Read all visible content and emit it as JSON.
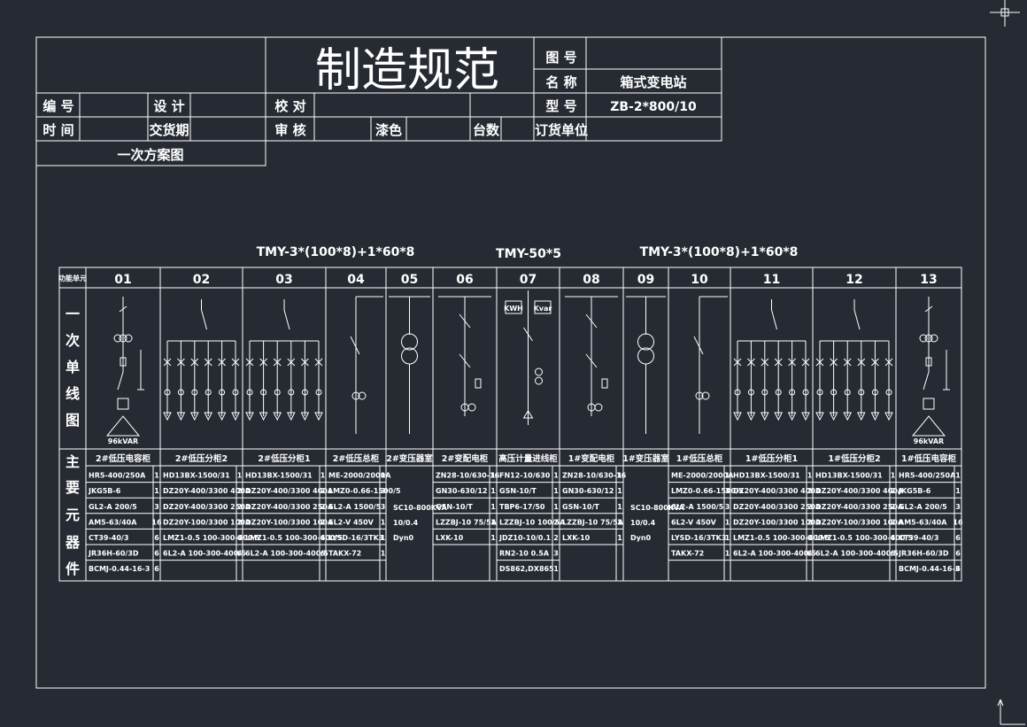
{
  "colors": {
    "background": "#262b33",
    "line": "#ffffff"
  },
  "title_block": {
    "main_title": "制造规范",
    "drawing_no_label": "图 号",
    "drawing_no_value": "",
    "name_label": "名 称",
    "name_value": "箱式变电站",
    "model_label": "型 号",
    "model_value": "ZB-2*800/10",
    "order_unit_label": "订货单位",
    "order_unit_value": "",
    "serial_label": "编 号",
    "design_label": "设 计",
    "check_label": "校 对",
    "time_label": "时 间",
    "delivery_label": "交货期",
    "review_label": "审 核",
    "paint_label": "漆色",
    "qty_label": "台数",
    "scheme_label": "一次方案图"
  },
  "busbars": [
    {
      "label": "TMY-3*(100*8)+1*60*8"
    },
    {
      "label": "TMY-50*5"
    },
    {
      "label": "TMY-3*(100*8)+1*60*8"
    }
  ],
  "diagram": {
    "func_unit_label": "功能单元",
    "single_line_label": [
      "一",
      "次",
      "单",
      "线",
      "图"
    ],
    "components_label": [
      "主",
      "要",
      "元",
      "器",
      "件"
    ],
    "meter_label_kwh": "KWH",
    "meter_label_kvar": "Kvar"
  },
  "units": [
    {
      "num": "01",
      "name": "2#低压电容柜",
      "cap_note": "96kVAR",
      "parts": [
        [
          "HR5-400/250A",
          "1"
        ],
        [
          "JKG5B-6",
          "1"
        ],
        [
          "GL2-A 200/5",
          "3"
        ],
        [
          "AM5-63/40A",
          "16"
        ],
        [
          "CT39-40/3",
          "6"
        ],
        [
          "JR36H-60/3D",
          "6"
        ],
        [
          "BCMJ-0.44-16-3",
          "6"
        ]
      ]
    },
    {
      "num": "02",
      "name": "2#低压分柜2",
      "parts": [
        [
          "HD13BX-1500/31",
          "1"
        ],
        [
          "DZ20Y-400/3300 400A",
          "2"
        ],
        [
          "DZ20Y-400/3300 250A",
          "2"
        ],
        [
          "DZ20Y-100/3300 100A",
          "2"
        ],
        [
          "LMZ1-0.5 100-300-400/5",
          "6"
        ],
        [
          "6L2-A 100-300-400/5",
          "6"
        ]
      ]
    },
    {
      "num": "03",
      "name": "2#低压分柜1",
      "parts": [
        [
          "HD13BX-1500/31",
          "1"
        ],
        [
          "DZ20Y-400/3300 400A",
          "2"
        ],
        [
          "DZ20Y-400/3300 250A",
          "2"
        ],
        [
          "DZ20Y-100/3300 100A",
          "2"
        ],
        [
          "LMZ1-0.5 100-300-400/5",
          "6"
        ],
        [
          "6L2-A 100-300-400/5",
          "6"
        ]
      ]
    },
    {
      "num": "04",
      "name": "2#低压总柜",
      "parts": [
        [
          "ME-2000/2000A",
          "1"
        ],
        [
          "LMZ0-0.66-1500/5",
          "3"
        ],
        [
          "6L2-A 1500/5",
          "3"
        ],
        [
          "6L2-V 450V",
          "1"
        ],
        [
          "LYSD-16/3TK3",
          "1"
        ],
        [
          "TAKX-72",
          "1"
        ]
      ]
    },
    {
      "num": "05",
      "name": "2#变压器室",
      "transformer": [
        "SC10-800KVA",
        "10/0.4",
        "Dyn0"
      ]
    },
    {
      "num": "06",
      "name": "2#变配电柜",
      "parts": [
        [
          "ZN28-10/630-16",
          "1"
        ],
        [
          "GN30-630/12",
          "1"
        ],
        [
          "GSN-10/T",
          "1"
        ],
        [
          "LZZBJ-10 75/5A",
          "2"
        ],
        [
          "LXK-10",
          "1"
        ]
      ]
    },
    {
      "num": "07",
      "name": "高压计量进线柜",
      "parts": [
        [
          "FN12-10/630",
          "1"
        ],
        [
          "GSN-10/T",
          "1"
        ],
        [
          "TBP6-17/50",
          "1"
        ],
        [
          "LZZBJ-10 100/5A",
          "2"
        ],
        [
          "JDZ10-10/0.1",
          "2"
        ],
        [
          "RN2-10 0.5A",
          "3"
        ],
        [
          "DS862,DX865",
          "1"
        ]
      ]
    },
    {
      "num": "08",
      "name": "1#变配电柜",
      "parts": [
        [
          "ZN28-10/630-16",
          "1"
        ],
        [
          "GN30-630/12",
          "1"
        ],
        [
          "GSN-10/T",
          "1"
        ],
        [
          "LZZBJ-10 75/5A",
          "2"
        ],
        [
          "LXK-10",
          "1"
        ]
      ]
    },
    {
      "num": "09",
      "name": "1#变压器室",
      "transformer": [
        "SC10-800KVA",
        "10/0.4",
        "Dyn0"
      ]
    },
    {
      "num": "10",
      "name": "1#低压总柜",
      "parts": [
        [
          "ME-2000/2000A",
          "1"
        ],
        [
          "LMZ0-0.66-1500/5",
          "3"
        ],
        [
          "6L2-A 1500/5",
          "3"
        ],
        [
          "6L2-V 450V",
          "1"
        ],
        [
          "LYSD-16/3TK3",
          "1"
        ],
        [
          "TAKX-72",
          "1"
        ]
      ]
    },
    {
      "num": "11",
      "name": "1#低压分柜1",
      "parts": [
        [
          "HD13BX-1500/31",
          "1"
        ],
        [
          "DZ20Y-400/3300 400A",
          "2"
        ],
        [
          "DZ20Y-400/3300 250A",
          "2"
        ],
        [
          "DZ20Y-100/3300 100A",
          "2"
        ],
        [
          "LMZ1-0.5 100-300-400/5",
          "6"
        ],
        [
          "6L2-A 100-300-400/5",
          "6"
        ]
      ]
    },
    {
      "num": "12",
      "name": "1#低压分柜2",
      "parts": [
        [
          "HD13BX-1500/31",
          "1"
        ],
        [
          "DZ20Y-400/3300 400A",
          "2"
        ],
        [
          "DZ20Y-400/3300 250A",
          "2"
        ],
        [
          "DZ20Y-100/3300 100A",
          "2"
        ],
        [
          "LMZ1-0.5 100-300-400/5",
          "6"
        ],
        [
          "6L2-A 100-300-400/5",
          "6"
        ]
      ]
    },
    {
      "num": "13",
      "name": "1#低压电容柜",
      "cap_note": "96kVAR",
      "parts": [
        [
          "HR5-400/250A",
          "1"
        ],
        [
          "JKG5B-6",
          "1"
        ],
        [
          "GL2-A 200/5",
          "3"
        ],
        [
          "AM5-63/40A",
          "16"
        ],
        [
          "CT39-40/3",
          "6"
        ],
        [
          "JR36H-60/3D",
          "6"
        ],
        [
          "BCMJ-0.44-16-3",
          "6"
        ]
      ]
    }
  ]
}
